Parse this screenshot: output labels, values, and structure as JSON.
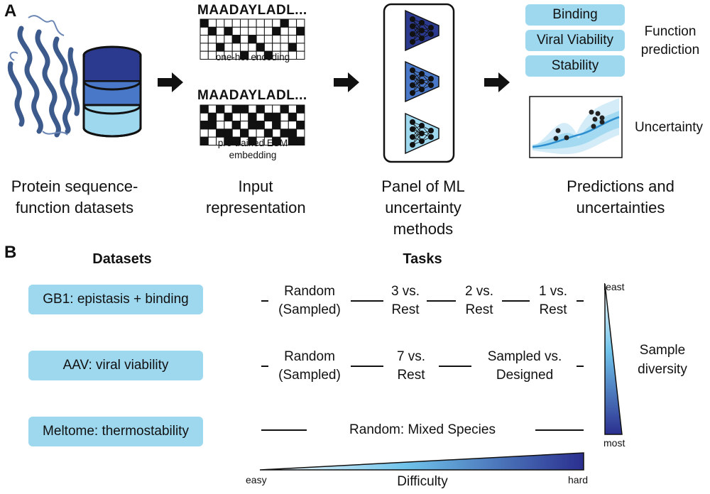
{
  "panel_a": {
    "letter": "A",
    "sequence_text": "MAADAYLADL...",
    "onehot_label": "one-hot encoding",
    "esm_label": "pre-trained ESM embedding",
    "predictions": [
      "Binding",
      "Viral Viability",
      "Stability"
    ],
    "function_label": "Function prediction",
    "uncertainty_label": "Uncertainty",
    "captions": {
      "datasets": "Protein sequence-function datasets",
      "input": "Input representation",
      "methods": "Panel of ML uncertainty methods",
      "predictions": "Predictions and uncertainties"
    }
  },
  "panel_b": {
    "letter": "B",
    "datasets_header": "Datasets",
    "tasks_header": "Tasks",
    "datasets": [
      {
        "label": "GB1: epistasis + binding",
        "tasks": [
          {
            "l1": "Random",
            "l2": "(Sampled)"
          },
          {
            "l1": "3 vs.",
            "l2": "Rest"
          },
          {
            "l1": "2 vs.",
            "l2": "Rest"
          },
          {
            "l1": "1 vs.",
            "l2": "Rest"
          }
        ]
      },
      {
        "label": "AAV: viral viability",
        "tasks": [
          {
            "l1": "Random",
            "l2": "(Sampled)"
          },
          {
            "l1": "7 vs.",
            "l2": "Rest"
          },
          {
            "l1": "Sampled vs.",
            "l2": "Designed"
          }
        ]
      },
      {
        "label": "Meltome: thermostability",
        "tasks": [
          {
            "l1": "Random: Mixed Species"
          }
        ]
      }
    ],
    "diversity_label": "Sample diversity",
    "diversity_top": "least",
    "diversity_bottom": "most",
    "difficulty_label": "Difficulty",
    "difficulty_left": "easy",
    "difficulty_right": "hard"
  },
  "colors": {
    "dark_blue": "#2b3a8f",
    "mid_blue": "#4a78c8",
    "light_blue": "#9dd8ef",
    "protein_blue": "#3d5a8c"
  }
}
